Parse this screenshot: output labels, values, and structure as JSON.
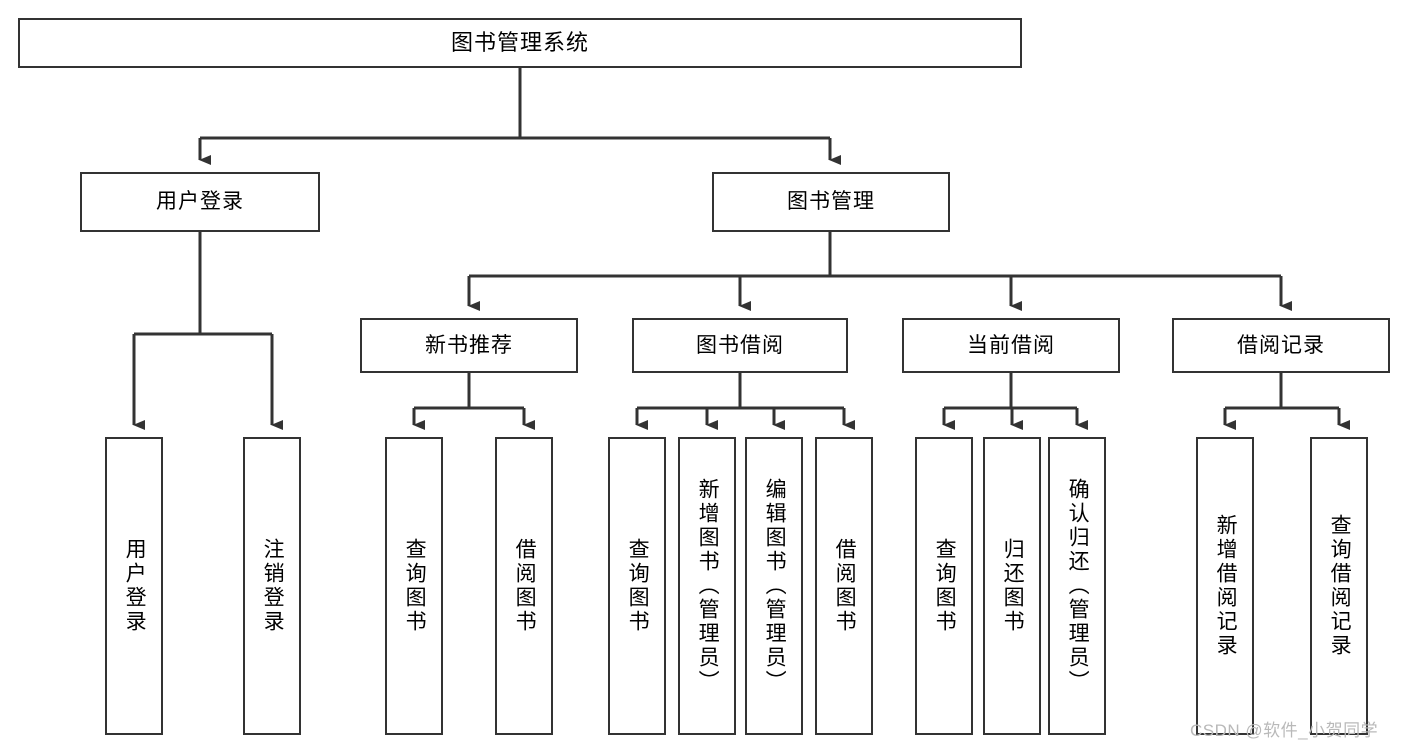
{
  "diagram": {
    "title": "图书管理系统",
    "type": "tree-hierarchy",
    "colors": {
      "box_border": "#333333",
      "box_fill": "#ffffff",
      "connector": "#333333",
      "watermark": "#b9b9b9"
    },
    "root": {
      "label": "图书管理系统"
    },
    "level2": [
      {
        "label": "用户登录"
      },
      {
        "label": "图书管理"
      }
    ],
    "level3": [
      {
        "label": "新书推荐"
      },
      {
        "label": "图书借阅"
      },
      {
        "label": "当前借阅"
      },
      {
        "label": "借阅记录"
      }
    ],
    "leaves": {
      "user_login": [
        {
          "label": "用户登录"
        },
        {
          "label": "注销登录"
        }
      ],
      "new_book_recommend": [
        {
          "label": "查询图书"
        },
        {
          "label": "借阅图书"
        }
      ],
      "book_borrow": [
        {
          "label": "查询图书"
        },
        {
          "label": "新增图书（管理员）"
        },
        {
          "label": "编辑图书（管理员）"
        },
        {
          "label": "借阅图书"
        }
      ],
      "current_borrow": [
        {
          "label": "查询图书"
        },
        {
          "label": "归还图书"
        },
        {
          "label": "确认归还（管理员）"
        }
      ],
      "borrow_record": [
        {
          "label": "新增借阅记录"
        },
        {
          "label": "查询借阅记录"
        }
      ]
    }
  },
  "watermark": {
    "text": "CSDN @软件_小贺同学"
  }
}
